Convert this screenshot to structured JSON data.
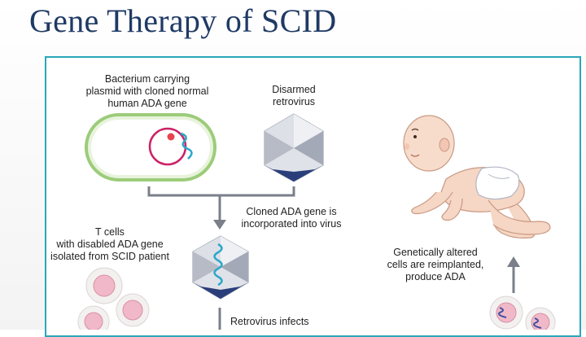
{
  "slide": {
    "title": "Gene Therapy of SCID"
  },
  "labels": {
    "bacterium": [
      "Bacterium carrying",
      "plasmid with cloned normal",
      "human ADA gene"
    ],
    "retrovirus": [
      "Disarmed",
      "retrovirus"
    ],
    "cloned_gene": [
      "Cloned ADA gene is",
      "incorporated into virus"
    ],
    "t_cells": [
      "T cells",
      "with disabled ADA gene",
      "isolated from SCID patient"
    ],
    "reimplanted": [
      "Genetically altered",
      "cells are reimplanted,",
      "produce ADA"
    ],
    "infects": [
      "Retrovirus infects"
    ]
  },
  "colors": {
    "title": "#1f3a64",
    "frame_border": "#2aa7b9",
    "bacterium_outline": "#9ccc7a",
    "plasmid": "#cc2266",
    "gene": "#2aa7c9",
    "virus_light": "#c9cdd6",
    "virus_dark": "#2a3f7a",
    "arrow": "#7a7f8a",
    "cell": "#f0b8c8"
  }
}
